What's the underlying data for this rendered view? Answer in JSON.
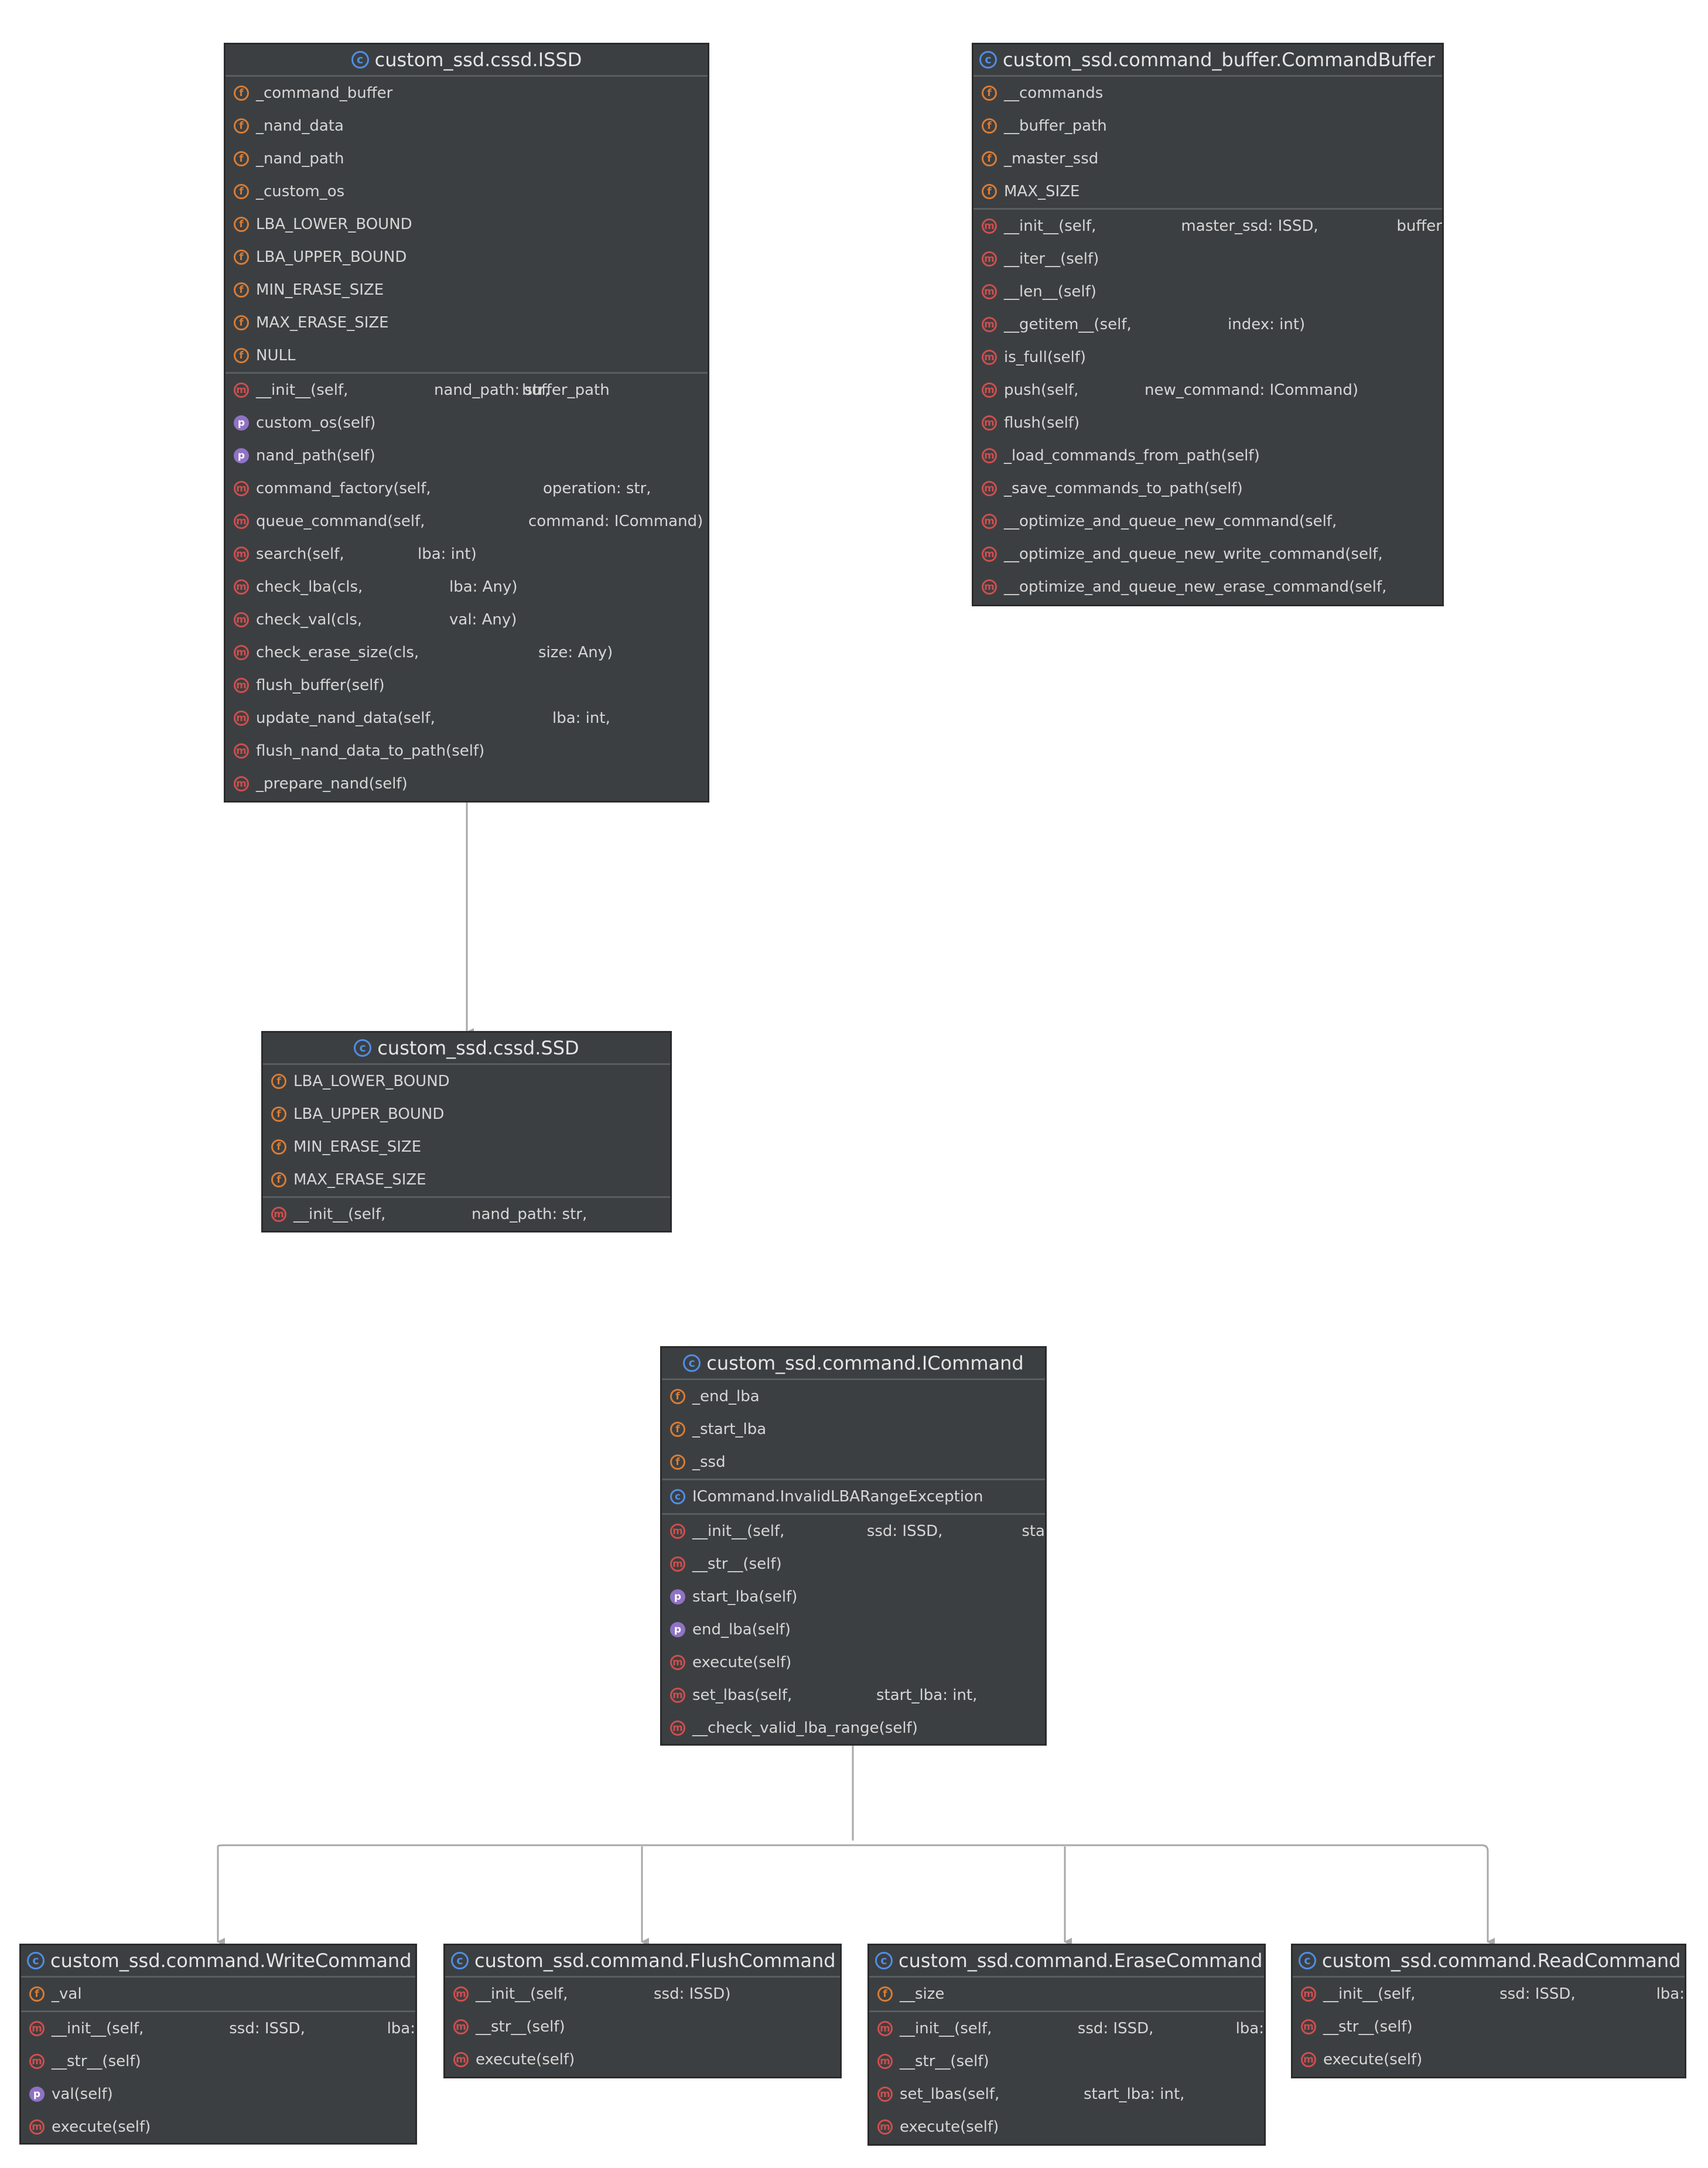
{
  "colors": {
    "background": "#ffffff",
    "box_fill": "#3c3f41",
    "box_border": "#2b2b2b",
    "divider": "#5a5d60",
    "text": "#d6d6d6",
    "field_icon": "#d77c36",
    "method_icon": "#cf4e4e",
    "property_icon": "#8f72c4",
    "class_icon": "#4f8ee6",
    "edge": "#a8a8a8"
  },
  "icon_names": {
    "class": "class-icon",
    "field": "field-icon",
    "method": "method-icon",
    "property": "property-icon"
  },
  "icon_glyphs": {
    "class": "c",
    "field": "f",
    "method": "m",
    "property": "p"
  },
  "classes": {
    "issd": {
      "title": "custom_ssd.cssd.ISSD",
      "fields": [
        "_command_buffer",
        "_nand_data",
        "_nand_path",
        "_custom_os",
        "LBA_LOWER_BOUND",
        "LBA_UPPER_BOUND",
        "MIN_ERASE_SIZE",
        "MAX_ERASE_SIZE",
        "NULL"
      ],
      "methods": [
        {
          "kind": "method",
          "name": "__init__(self,",
          "arg1": "nand_path: str,",
          "arg2": "buffer_path"
        },
        {
          "kind": "property",
          "name": "custom_os(self)"
        },
        {
          "kind": "property",
          "name": "nand_path(self)"
        },
        {
          "kind": "method",
          "name": "command_factory(self,",
          "arg1": "operation: str,"
        },
        {
          "kind": "method",
          "name": "queue_command(self,",
          "arg1": "command: ICommand)"
        },
        {
          "kind": "method",
          "name": "search(self,",
          "arg1": "lba: int)"
        },
        {
          "kind": "method",
          "name": "check_lba(cls,",
          "arg1": "lba: Any)"
        },
        {
          "kind": "method",
          "name": "check_val(cls,",
          "arg1": "val: Any)"
        },
        {
          "kind": "method",
          "name": "check_erase_size(cls,",
          "arg1": "size: Any)"
        },
        {
          "kind": "method",
          "name": "flush_buffer(self)"
        },
        {
          "kind": "method",
          "name": "update_nand_data(self,",
          "arg1": "lba: int,"
        },
        {
          "kind": "method",
          "name": "flush_nand_data_to_path(self)"
        },
        {
          "kind": "method",
          "name": "_prepare_nand(self)"
        }
      ]
    },
    "command_buffer": {
      "title": "custom_ssd.command_buffer.CommandBuffer",
      "fields": [
        "__commands",
        "__buffer_path",
        "_master_ssd",
        "MAX_SIZE"
      ],
      "methods": [
        {
          "kind": "method",
          "name": "__init__(self,",
          "arg1": "master_ssd: ISSD,",
          "arg2": "buffer"
        },
        {
          "kind": "method",
          "name": "__iter__(self)"
        },
        {
          "kind": "method",
          "name": "__len__(self)"
        },
        {
          "kind": "method",
          "name": "__getitem__(self,",
          "arg1": "index: int)"
        },
        {
          "kind": "method",
          "name": "is_full(self)"
        },
        {
          "kind": "method",
          "name": "push(self,",
          "arg1": "new_command: ICommand)"
        },
        {
          "kind": "method",
          "name": "flush(self)"
        },
        {
          "kind": "method",
          "name": "_load_commands_from_path(self)"
        },
        {
          "kind": "method",
          "name": "_save_commands_to_path(self)"
        },
        {
          "kind": "method",
          "name": "__optimize_and_queue_new_command(self,"
        },
        {
          "kind": "method",
          "name": "__optimize_and_queue_new_write_command(self,"
        },
        {
          "kind": "method",
          "name": "__optimize_and_queue_new_erase_command(self,"
        }
      ]
    },
    "ssd": {
      "title": "custom_ssd.cssd.SSD",
      "fields": [
        "LBA_LOWER_BOUND",
        "LBA_UPPER_BOUND",
        "MIN_ERASE_SIZE",
        "MAX_ERASE_SIZE"
      ],
      "methods": [
        {
          "kind": "method",
          "name": "__init__(self,",
          "arg1": "nand_path: str,"
        }
      ]
    },
    "icommand": {
      "title": "custom_ssd.command.ICommand",
      "fields": [
        "_end_lba",
        "_start_lba",
        "_ssd"
      ],
      "inner_classes": [
        "ICommand.InvalidLBARangeException"
      ],
      "methods": [
        {
          "kind": "method",
          "name": "__init__(self,",
          "arg1": "ssd: ISSD,",
          "arg2": "sta"
        },
        {
          "kind": "method",
          "name": "__str__(self)"
        },
        {
          "kind": "property",
          "name": "start_lba(self)"
        },
        {
          "kind": "property",
          "name": "end_lba(self)"
        },
        {
          "kind": "method",
          "name": "execute(self)"
        },
        {
          "kind": "method",
          "name": "set_lbas(self,",
          "arg1": "start_lba: int,"
        },
        {
          "kind": "method",
          "name": "__check_valid_lba_range(self)"
        }
      ]
    },
    "write_command": {
      "title": "custom_ssd.command.WriteCommand",
      "fields": [
        "_val"
      ],
      "methods": [
        {
          "kind": "method",
          "name": "__init__(self,",
          "arg1": "ssd: ISSD,",
          "arg2": "lba:"
        },
        {
          "kind": "method",
          "name": "__str__(self)"
        },
        {
          "kind": "property",
          "name": "val(self)"
        },
        {
          "kind": "method",
          "name": "execute(self)"
        }
      ]
    },
    "flush_command": {
      "title": "custom_ssd.command.FlushCommand",
      "methods": [
        {
          "kind": "method",
          "name": "__init__(self,",
          "arg1": "ssd: ISSD)"
        },
        {
          "kind": "method",
          "name": "__str__(self)"
        },
        {
          "kind": "method",
          "name": "execute(self)"
        }
      ]
    },
    "erase_command": {
      "title": "custom_ssd.command.EraseCommand",
      "fields": [
        "__size"
      ],
      "methods": [
        {
          "kind": "method",
          "name": "__init__(self,",
          "arg1": "ssd: ISSD,",
          "arg2": "lba:"
        },
        {
          "kind": "method",
          "name": "__str__(self)"
        },
        {
          "kind": "method",
          "name": "set_lbas(self,",
          "arg1": "start_lba: int,"
        },
        {
          "kind": "method",
          "name": "execute(self)"
        }
      ]
    },
    "read_command": {
      "title": "custom_ssd.command.ReadCommand",
      "methods": [
        {
          "kind": "method",
          "name": "__init__(self,",
          "arg1": "ssd: ISSD,",
          "arg2": "lba:"
        },
        {
          "kind": "method",
          "name": "__str__(self)"
        },
        {
          "kind": "method",
          "name": "execute(self)"
        }
      ]
    }
  }
}
